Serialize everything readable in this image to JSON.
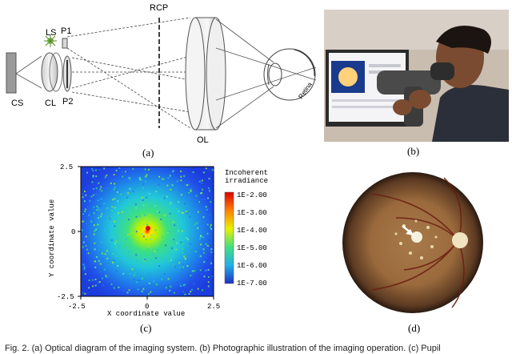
{
  "panel_a": {
    "label": "(a)",
    "labels": {
      "rcp": "RCP",
      "ls": "LS",
      "p1": "P1",
      "p2": "P2",
      "cs": "CS",
      "cl": "CL",
      "ol": "OL",
      "retina": "Retina"
    }
  },
  "panel_b": {
    "label": "(b)"
  },
  "panel_c": {
    "label": "(c)",
    "chart_data": {
      "type": "heatmap",
      "xlabel": "X coordinate value",
      "ylabel": "Y coordinate value",
      "xlim": [
        -2.5,
        2.5
      ],
      "ylim": [
        -2.5,
        2.5
      ],
      "x_ticks": [
        "-2.5",
        "0",
        "2.5"
      ],
      "y_ticks": [
        "2.5",
        "0",
        "-2.5"
      ],
      "colorbar_title_line1": "Incoherent",
      "colorbar_title_line2": "irradiance",
      "colorbar_ticks": [
        "1E-2.00",
        "1E-3.00",
        "1E-4.00",
        "1E-5.00",
        "1E-6.00",
        "1E-7.00"
      ]
    }
  },
  "panel_d": {
    "label": "(d)"
  },
  "caption": "Fig. 2. (a) Optical diagram of the imaging system. (b) Photographic illustration of the imaging operation. (c) Pupil"
}
